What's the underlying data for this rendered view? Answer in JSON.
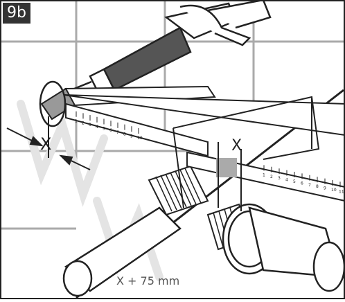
{
  "figure": {
    "step_label": "9b",
    "measure_label_1": "X",
    "measure_label_2": "X",
    "formula_label": "X + 75 mm",
    "ruler_ticks_left": [
      "1",
      "2",
      "3",
      "4",
      "5",
      "6",
      "7",
      "8",
      "9",
      "10"
    ],
    "ruler_ticks_right": [
      "1",
      "2",
      "3",
      "4",
      "5",
      "6",
      "7",
      "8",
      "9",
      "10",
      "11"
    ]
  }
}
